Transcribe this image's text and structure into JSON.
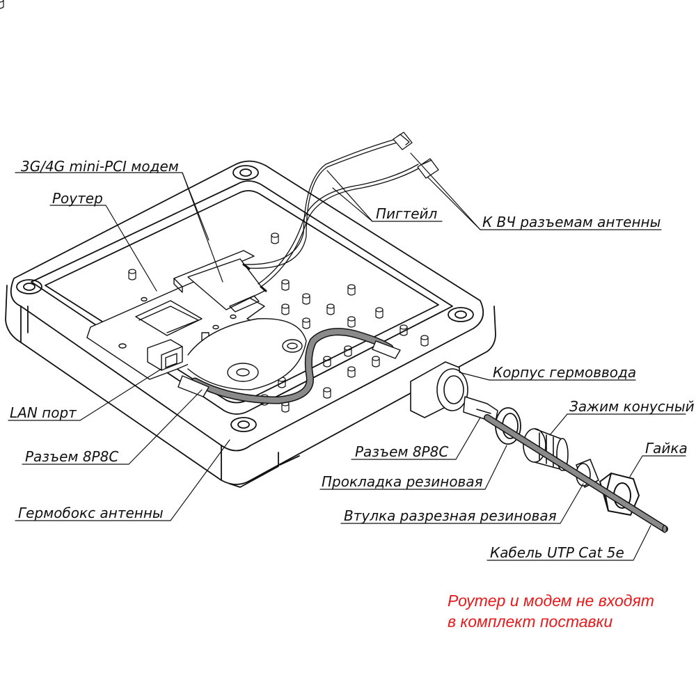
{
  "labels": {
    "modem": "3G/4G mini-PCI модем",
    "router": "Роутер",
    "pigtail": "Пигтейл",
    "rf_connectors": "К ВЧ разъемам антенны",
    "gland_body": "Корпус гермоввода",
    "cone_clamp": "Зажим конусный",
    "nut": "Гайка",
    "lan_port": "LAN порт",
    "connector_8p8c_left": "Разъем 8P8C",
    "connector_8p8c_right": "Разъем 8P8C",
    "rubber_gasket": "Прокладка резиновая",
    "split_bushing": "Втулка разрезная резиновая",
    "utp_cable": "Кабель UTP Cat 5e",
    "enclosure": "Гермобокс антенны"
  },
  "note": {
    "line1": "Роутер и модем не входят",
    "line2": "в комплект поставки",
    "color": "#e8191b"
  },
  "colors": {
    "line": "#111111",
    "cable_fill": "#8a8a8a",
    "fill": "#ffffff"
  }
}
